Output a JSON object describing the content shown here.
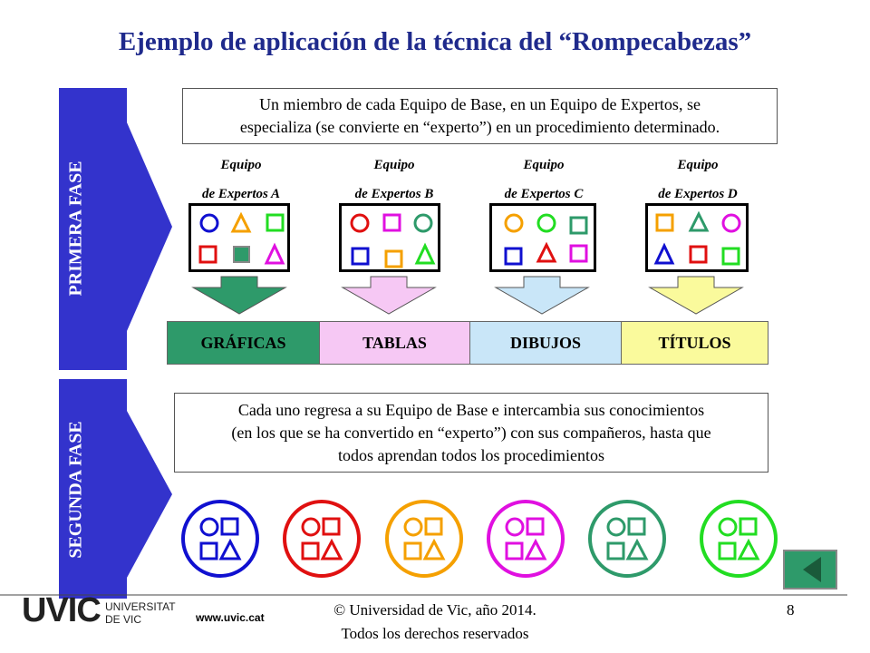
{
  "title": "Ejemplo de aplicación de la técnica del “Rompecabezas”",
  "phase1": {
    "label": "PRIMERA FASE",
    "description_line1": "Un miembro de cada Equipo de Base, en un Equipo de Expertos, se",
    "description_line2": "especializa (se convierte en “experto”) en un procedimiento determinado.",
    "teams": [
      {
        "line1": "Equipo",
        "line2": "de Expertos A",
        "category": "GRÁFICAS",
        "category_color": "#2e9a6a"
      },
      {
        "line1": "Equipo",
        "line2": "de Expertos B",
        "category": "TABLAS",
        "category_color": "#f6c8f4"
      },
      {
        "line1": "Equipo",
        "line2": "de Expertos C",
        "category": "DIBUJOS",
        "category_color": "#c9e6f8"
      },
      {
        "line1": "Equipo",
        "line2": "de Expertos D",
        "category": "TÍTULOS",
        "category_color": "#fafa9c"
      }
    ]
  },
  "phase2": {
    "label": "SEGUNDA FASE",
    "description_line1": "Cada uno regresa a su Equipo de Base e intercambia sus conocimientos",
    "description_line2": "(en los que se ha convertido en “experto”) con sus compañeros, hasta que",
    "description_line3": "todos aprendan todos los procedimientos",
    "base_team_colors": [
      "#1010d0",
      "#e01010",
      "#f5a000",
      "#e010e0",
      "#2e9a6a",
      "#22dd22"
    ]
  },
  "colors": {
    "title": "#1f2a8c",
    "phase_band": "#3333cc",
    "back_button": "#2e9a6a"
  },
  "footer": {
    "logo_big": "UVIC",
    "logo_small_1": "UNIVERSITAT",
    "logo_small_2": "DE VIC",
    "url": "www.uvic.cat",
    "copyright_line1": "© Universidad de Vic, año 2014.",
    "copyright_line2": "Todos los derechos reservados",
    "page_number": "8"
  }
}
